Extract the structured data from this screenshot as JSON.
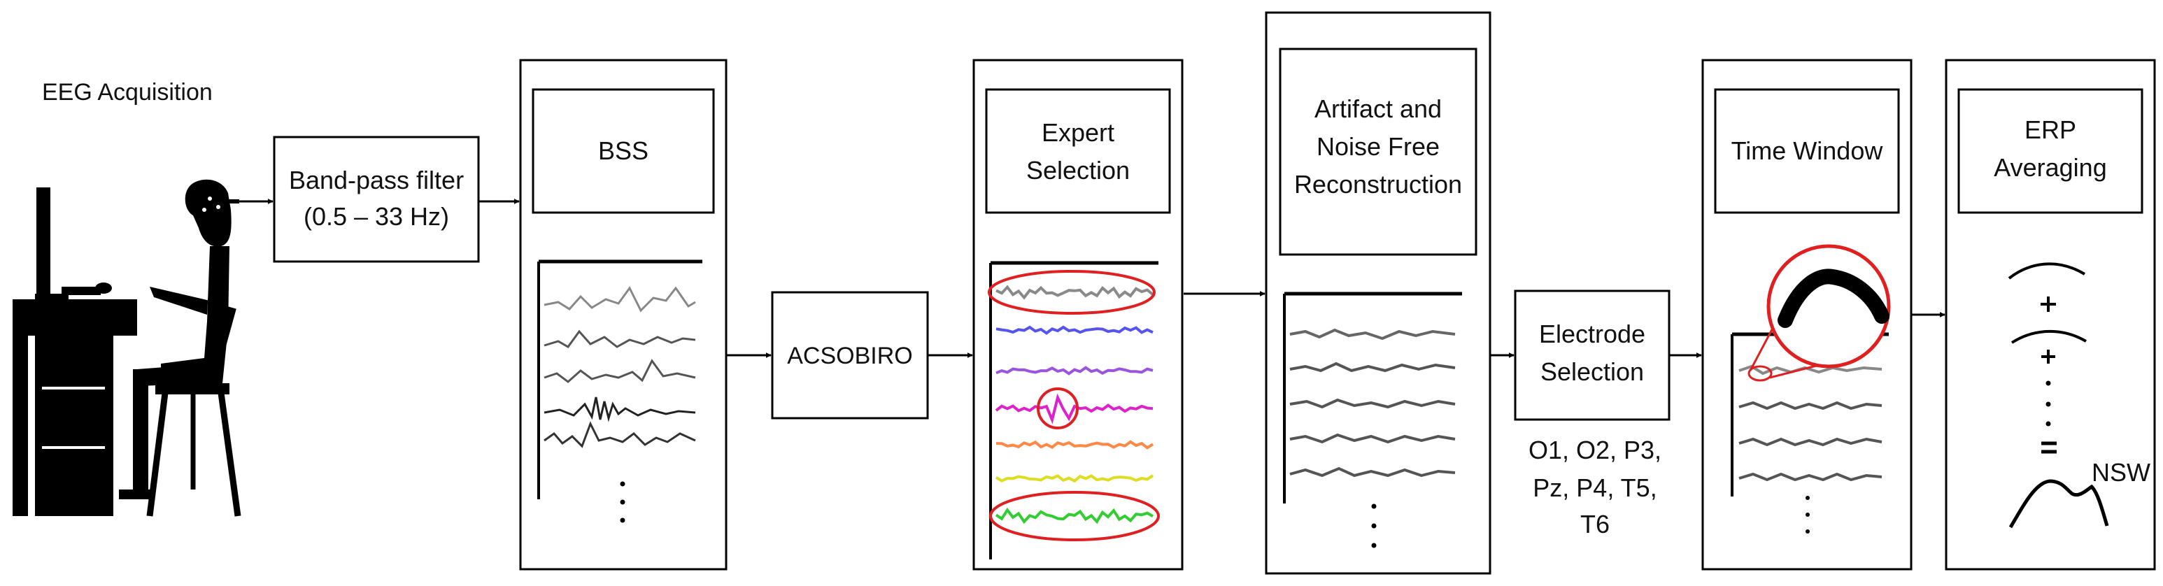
{
  "labels": {
    "acquisition": "EEG Acquisition",
    "bandpass_line1": "Band-pass filter",
    "bandpass_line2": "(0.5 – 33 Hz)",
    "bss": "BSS",
    "acsobiro": "ACSOBIRO",
    "expert_line1": "Expert",
    "expert_line2": "Selection",
    "artifact_line1": "Artifact and",
    "artifact_line2": "Noise Free",
    "artifact_line3": "Reconstruction",
    "electrode_line1": "Electrode",
    "electrode_line2": "Selection",
    "electrodes_line1": "O1, O2, P3,",
    "electrodes_line2": "Pz, P4, T5,",
    "electrodes_line3": "T6",
    "time_window": "Time Window",
    "erp_line1": "ERP",
    "erp_line2": "Averaging",
    "nsw": "NSW"
  },
  "colors": {
    "stroke": "#000000",
    "signal_gray": "#555555",
    "highlight_red": "#e02020"
  },
  "expert_signal_colors": [
    "#8a8a8a",
    "#5555ee",
    "#9a55e0",
    "#dd22cc",
    "#ff8844",
    "#dddd22",
    "#33cc33"
  ],
  "icons": {
    "person_at_desk": "person-at-computer-icon"
  }
}
